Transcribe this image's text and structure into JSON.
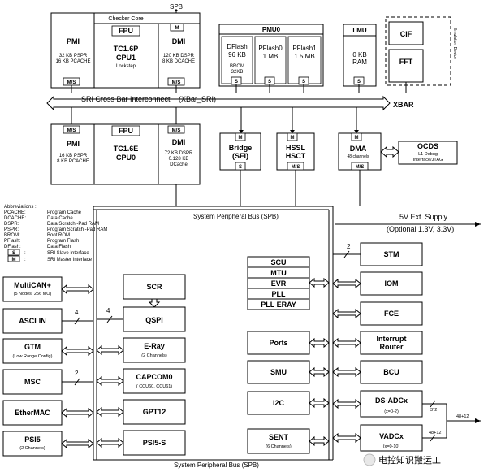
{
  "top_spb_label": "SPB",
  "cpu1": {
    "checker_core": "Checker Core",
    "pmi": {
      "title": "PMI",
      "line1": "32 KB PSPR",
      "line2": "16 KB PCACHE",
      "port": "M/S"
    },
    "fpu": "FPU",
    "core_name": "TC1.6P",
    "core_id": "CPU1",
    "core_note": "Lockstep",
    "dmi": {
      "title": "DMI",
      "line1": "120 KB DSPR",
      "line2": "8 KB DCACHE",
      "port_top": "M",
      "port": "M/S"
    }
  },
  "pmu0": {
    "title": "PMU0",
    "dflash": {
      "title": "DFlash",
      "size": "96 KB",
      "brom": "BROM",
      "brom_size": "32KB"
    },
    "pflash0": {
      "title": "PFlash0",
      "size": "1 MB"
    },
    "pflash1": {
      "title": "PFlash1",
      "size": "1.5 MB"
    },
    "port": "S"
  },
  "lmu": {
    "title": "LMU",
    "size": "0 KB",
    "type": "RAM",
    "port": "S"
  },
  "cif": "CIF",
  "fft": "FFT",
  "side_label": "Emulation Device",
  "crossbar": {
    "label": "SRI Cross Bar Interconnect",
    "label2": "(XBar_SRI)",
    "xbar": "XBAR"
  },
  "cpu0": {
    "pmi": {
      "title": "PMI",
      "line1": "16 KB PSPR",
      "line2": "8 KB PCACHE",
      "port": "M/S"
    },
    "fpu": "FPU",
    "core_name": "TC1.6E",
    "core_id": "CPU0",
    "dmi": {
      "title": "DMI",
      "line1": "72 KB DSPR",
      "line2": "0.128 KB",
      "line3": "DCache",
      "port": "M/S"
    }
  },
  "bridge": {
    "top": "M",
    "title": "Bridge",
    "sub": "(SFI)",
    "port": "S"
  },
  "hssl": {
    "top": "M",
    "title": "HSSL",
    "sub": "HSCT",
    "port": "M/S"
  },
  "dma": {
    "top": "M",
    "title": "DMA",
    "sub": "48 channels",
    "port": "M/S"
  },
  "ocds": {
    "title": "OCDS",
    "line1": "L1 Debug",
    "line2": "Interface/JTAG"
  },
  "spb_top_label": "System Peripheral Bus (SPB)",
  "spb_bottom_label": "System Peripheral Bus (SPB)",
  "supply": {
    "line1": "5V Ext. Supply",
    "line2": "(Optional 1.3V, 3.3V)"
  },
  "abbreviations": {
    "title": "Abbreviations :",
    "items": [
      {
        "key": "PCACHE:",
        "value": "Program Cache"
      },
      {
        "key": "DCACHE:",
        "value": "Data Cache"
      },
      {
        "key": "DSPR:",
        "value": "Data Scratch -Pad RAM"
      },
      {
        "key": "PSPR:",
        "value": "Program Scratch -Pad RAM"
      },
      {
        "key": "BROM:",
        "value": "Boot ROM"
      },
      {
        "key": "PFlash:",
        "value": "Program Flash"
      },
      {
        "key": "DFlash:",
        "value": "Data Flash"
      },
      {
        "key": "S",
        "value": "SRI Slave Interface"
      },
      {
        "key": "M",
        "value": "SRI Master Interface"
      }
    ]
  },
  "left_modules": {
    "multican": {
      "title": "MultiCAN+",
      "sub": "(5 Nodes, 256 MO)"
    },
    "asclin": {
      "title": "ASCLIN",
      "bus": "4"
    },
    "gtm": {
      "title": "GTM",
      "sub": "(Low Range Config)"
    },
    "msc": {
      "title": "MSC",
      "bus": "2"
    },
    "ethermac": {
      "title": "EtherMAC"
    },
    "psi5": {
      "title": "PSI5",
      "sub": "(2 Channels)"
    }
  },
  "mid_modules": {
    "scr": {
      "title": "SCR"
    },
    "qspi": {
      "title": "QSPI",
      "bus": "4"
    },
    "eray": {
      "title": "E-Ray",
      "sub": "(2 Channels)"
    },
    "capcom": {
      "title": "CAPCOM0",
      "sub": "( CCU60, CCU61)"
    },
    "gpt12": {
      "title": "GPT12"
    },
    "psi5s": {
      "title": "PSI5-S"
    }
  },
  "power_stack": [
    "SCU",
    "MTU",
    "EVR",
    "PLL",
    "PLL ERAY"
  ],
  "center_modules": {
    "ports": "Ports",
    "smu": "SMU",
    "i2c": "I2C",
    "sent": {
      "title": "SENT",
      "sub": "(6 Channels)"
    }
  },
  "right_modules": {
    "stm": {
      "title": "STM",
      "bus": "2"
    },
    "iom": "IOM",
    "fce": "FCE",
    "ir": {
      "line1": "Interrupt",
      "line2": "Router"
    },
    "bcu": "BCU",
    "dsadc": {
      "title": "DS-ADCx",
      "sub": "(x=0-2)",
      "bus1": "3*2",
      "bus2": "48+12"
    },
    "vadc": {
      "title": "VADCx",
      "sub": "(x=0-10)",
      "bus1": "48+12"
    }
  },
  "watermark": "电控知识搬运工"
}
